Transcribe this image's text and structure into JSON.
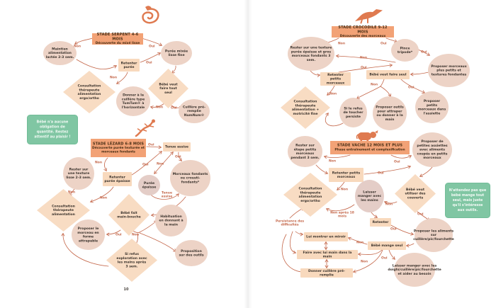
{
  "page": {
    "left_number": "10"
  },
  "notes": {
    "serpent_note": "Bébé n'a aucune obligation de quantité. Restez attentif au plaisir !",
    "vache_note": "N'attendez pas que bébé mange tout seul, mais juste qu'il s'intéresse aux outils."
  },
  "colors": {
    "accent_orange": "#F2A276",
    "terracotta": "#C4674A",
    "peach": "#F8D9BD",
    "dusty_pink": "#EDD3C6",
    "green": "#80C6A3",
    "icon_orange": "#DF7A50"
  },
  "charts": {
    "serpent": {
      "title": "STADE SERPENT 4-6 MOIS",
      "subtitle": "Découverte du mixé lisse",
      "nodes": {
        "maintien": "Maintien alimentation lactée 2-3 sem.",
        "puree_lisse": "Purée mixée lisse fine",
        "retenter_puree": "Retenter purée",
        "consultation": "Consultation thérapeute alimentation ergo/ortho",
        "veut_tout_seul": "Bébé veut faire tout seul",
        "donner_cuillere": "Donner à la cuillère type TumTum® à l'horizontale",
        "cuillere_preremplie": "Cuillère pré-remplie NumNum®"
      }
    },
    "lezard": {
      "title": "STADE LÉZARD 6-8 MOIS",
      "subtitle": "Découverte purée texturée et morceaux fondants",
      "nodes": {
        "tenue_assise": "Tenue assise",
        "rester_lisse": "Rester sur une texture lisse 2-3 sem.",
        "retenter_epaisse": "Retenter purée épaisse",
        "puree_epaisse": "Purée épaisse",
        "morceaux_fondants": "Morceaux fondants ou crousti-fondants*",
        "consultation": "Consultation thérapeute alimentation",
        "main_bouche": "Bébé fait main-bouche",
        "habituation": "Habituation en donnant à la main",
        "proposer_morceau": "Proposer le morceau en forme attrapable",
        "si_refus": "Si refus exploration avec les mains après 3 sem.",
        "proposition_outils": "Proposition sur des outils"
      }
    },
    "crocodile": {
      "title": "STADE CROCODILE 9-12 MOIS",
      "subtitle": "Découverte des morceaux",
      "nodes": {
        "rester_texture": "Rester sur une texture purée épaisse et gros morceaux fondants 3 sem.",
        "pince_tripode": "Pince tripode*",
        "morceaux_plus_petits": "Proposer morceaux plus petits et textures fondantes",
        "retenter_petits": "Retenter petits morceaux",
        "veut_faire_seul": "Bébé veut faire seul",
        "consultation": "Consultation thérapeute alimentation + motricité fine",
        "refus_toucher": "Si le refus de toucher persiste",
        "proposer_outils": "Proposer outils pour attraper ou donner à la main",
        "morceaux_assiette": "Proposer petits morceaux dans l'assiette"
      }
    },
    "vache": {
      "title": "STADE VACHE 12 MOIS ET PLUS",
      "subtitle": "Phase entraînement et complexification",
      "nodes": {
        "rester_etape": "Rester sur étape petits morceaux pendant 3 sem.",
        "petites_assiettes": "Proposer de petites assiettes avec aliments coupés en petits morceaux",
        "retenter_petits": "Retenter petits morceaux",
        "consultation": "Consultation thérapeute alimentation ergo/ortho",
        "laisser_mains": "Laisser manger avec les mains",
        "veut_couverts": "Bébé veut utiliser des couverts",
        "retenter": "Retenter",
        "persistance": "Persistance des difficultés",
        "lui_montrer": "Lui montrer en miroir",
        "faire_main": "Faire avec lui main dans la main",
        "donner_cuillere": "Donner cuillère pré-remplie",
        "mange_seul": "Bébé mange seul",
        "proposer_aliments": "Proposer les aliments sur cuillère/pic/fourchette",
        "laisser_doigts": "Laisser manger avec les doigts/cuillère/pic/fourchette et aider au besoin"
      }
    }
  },
  "edge_labels": [
    {
      "t": "Non"
    },
    {
      "t": "Oui"
    },
    {
      "t": "Oui"
    },
    {
      "t": "Non"
    },
    {
      "t": "Non"
    },
    {
      "t": "Oui"
    },
    {
      "t": "Oui"
    },
    {
      "t": "Non"
    },
    {
      "t": "Oui"
    },
    {
      "t": "Non"
    },
    {
      "t": "Oui"
    },
    {
      "t": "Non"
    },
    {
      "t": "Non"
    },
    {
      "t": "Tenue assise"
    },
    {
      "t": "Oui"
    },
    {
      "t": "Non"
    },
    {
      "t": "Non"
    },
    {
      "t": "Oui"
    },
    {
      "t": "Oui"
    },
    {
      "t": "Non"
    },
    {
      "t": "Oui"
    },
    {
      "t": "Non"
    },
    {
      "t": "Non"
    },
    {
      "t": "Oui"
    },
    {
      "t": "Non"
    },
    {
      "t": "Oui"
    },
    {
      "t": "Oui"
    },
    {
      "t": "Non"
    },
    {
      "t": "Non"
    },
    {
      "t": "Non après 18 mois"
    },
    {
      "t": "Oui"
    },
    {
      "t": "Non"
    },
    {
      "t": "Non"
    },
    {
      "t": "Oui"
    },
    {
      "t": "Oui"
    }
  ]
}
